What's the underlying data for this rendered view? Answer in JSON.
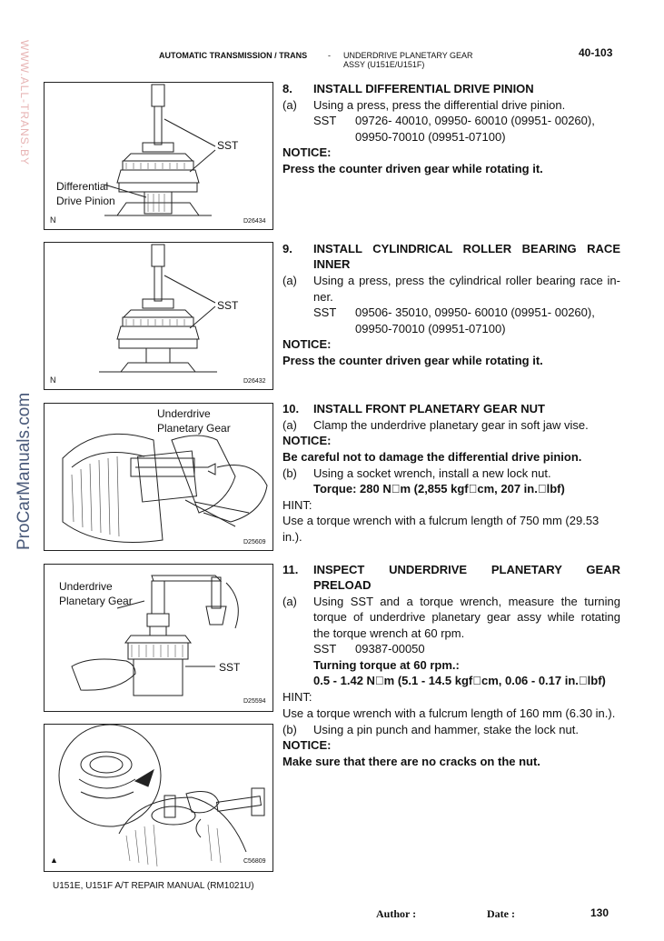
{
  "header": {
    "section": "AUTOMATIC TRANSMISSION / TRANS",
    "dash": "-",
    "title_line1": "UNDERDRIVE PLANETARY GEAR",
    "title_line2": "ASSY (U151E/U151F)",
    "page": "40-103"
  },
  "watermarks": {
    "vertical_top": "WWW.ALL-TRANS.BY",
    "vertical_side": "ProCarManuals.com"
  },
  "figures": [
    {
      "labels": [
        "SST",
        "Differential",
        "Drive Pinion"
      ],
      "code": "D26434",
      "corner": "N"
    },
    {
      "labels": [
        "SST"
      ],
      "code": "D26432",
      "corner": "N"
    },
    {
      "labels": [
        "Underdrive",
        "Planetary Gear"
      ],
      "code": "D25609"
    },
    {
      "labels": [
        "Underdrive",
        "Planetary Gear",
        "SST"
      ],
      "code": "D25594"
    },
    {
      "labels": [],
      "code": "C56809"
    }
  ],
  "steps": {
    "s8": {
      "num": "8.",
      "title": "INSTALL DIFFERENTIAL DRIVE PINION",
      "a_label": "(a)",
      "a_text": "Using a press, press the differential drive pinion.",
      "sst_label": "SST",
      "sst_line1": "09726- 40010,  09950- 60010  (09951- 00260),",
      "sst_line2": "09950-70010    (09951-07100)",
      "notice_label": "NOTICE:",
      "notice_text": "Press the counter driven gear while rotating it."
    },
    "s9": {
      "num": "9.",
      "title_line1": "INSTALL  CYLINDRICAL  ROLLER  BEARING  RACE",
      "title_line2": "INNER",
      "a_label": "(a)",
      "a_line1": "Using a press, press the cylindrical roller bearing race in-",
      "a_line2": "ner.",
      "sst_label": "SST",
      "sst_line1": "09506- 35010,  09950- 60010  (09951- 00260),",
      "sst_line2": "09950-70010    (09951-07100)",
      "notice_label": "NOTICE:",
      "notice_text": "Press the counter driven gear while rotating it."
    },
    "s10": {
      "num": "10.",
      "title": "INSTALL FRONT PLANETARY GEAR NUT",
      "a_label": "(a)",
      "a_text": "Clamp the underdrive planetary gear in soft jaw vise.",
      "notice_label": "NOTICE:",
      "notice_text": "Be careful not to damage the differential drive pinion.",
      "b_label": "(b)",
      "b_text": "Using a socket wrench, install a new lock nut.",
      "torque": "Torque: 280 N\u0000m (2,855 kgf\u0000cm, 207 in.\u0000lbf)",
      "hint_label": "HINT:",
      "hint_line1": "Use a torque wrench with a fulcrum length of 750 mm (29.53",
      "hint_line2": "in.)."
    },
    "s11": {
      "num": "11.",
      "title_line1": "INSPECT   UNDERDRIVE   PLANETARY   GEAR",
      "title_line2": "PRELOAD",
      "a_label": "(a)",
      "a_line1": "Using  SST  and  a  torque  wrench,  measure  the  turning",
      "a_line2": "torque  of  underdrive  planetary  gear  assy  while  rotating",
      "a_line3": "the torque wrench at 60 rpm.",
      "sst_label": "SST",
      "sst_value": "09387-00050",
      "turning_label": "Turning torque at 60 rpm.:",
      "turning_value": "0.5 - 1.42 N\u0000m (5.1 - 14.5 kgf\u0000cm, 0.06 - 0.17 in.\u0000lbf)",
      "hint_label": "HINT:",
      "hint_text": "Use a torque wrench with a fulcrum length of 160 mm (6.30 in.).",
      "b_label": "(b)",
      "b_text": "Using a pin punch and hammer, stake the lock nut.",
      "notice_label": "NOTICE:",
      "notice_text": "Make sure that there are no cracks on the nut."
    }
  },
  "footer": {
    "manual": "U151E, U151F A/T REPAIR MANUAL   (RM1021U)",
    "author_label": "Author :",
    "date_label": "Date :",
    "page_no": "130"
  }
}
